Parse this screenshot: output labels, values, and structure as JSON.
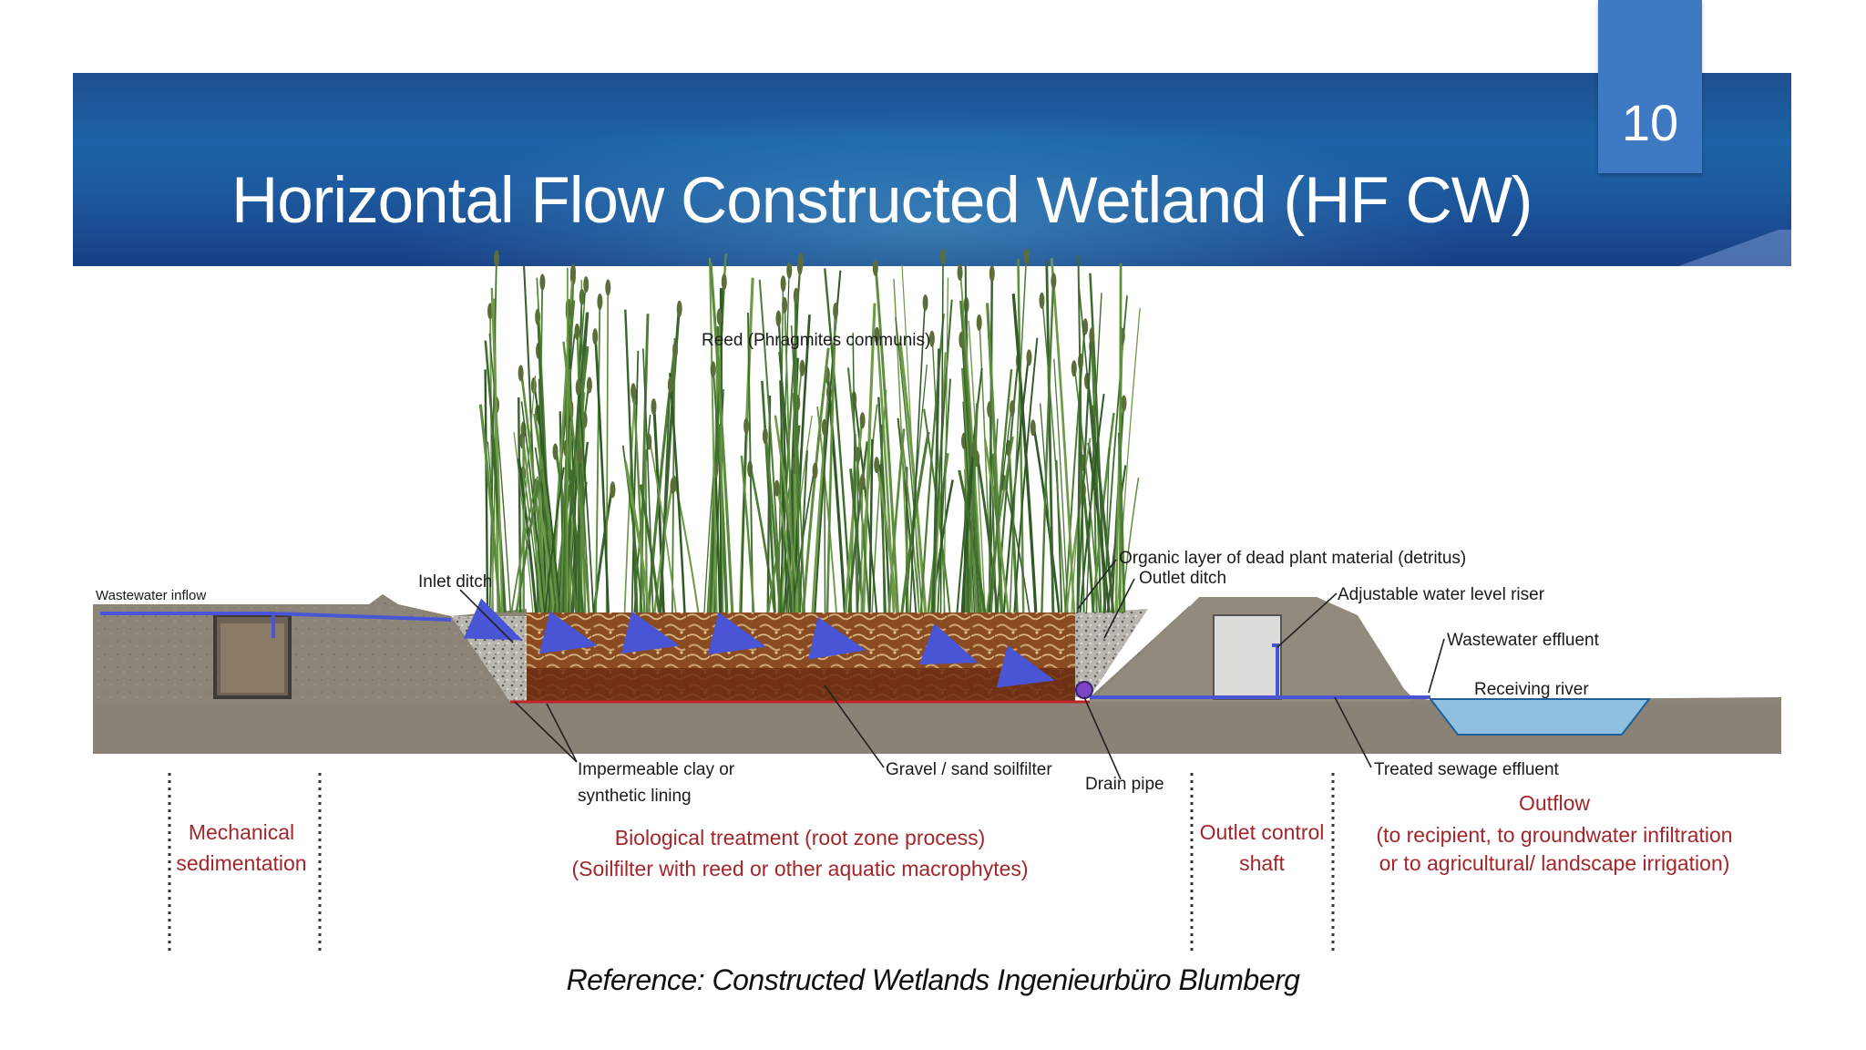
{
  "slide": {
    "number": "10",
    "title": "Horizontal Flow Constructed Wetland (HF CW)",
    "reference": "Reference: Constructed Wetlands Ingenieurbüro Blumberg"
  },
  "diagram": {
    "labels": {
      "reed": "Reed (Phragmites communis)",
      "organic_layer": "Organic layer of dead plant material (detritus)",
      "outlet_ditch": "Outlet ditch",
      "adjustable_riser": "Adjustable water level riser",
      "wastewater_effluent": "Wastewater effluent",
      "receiving_river": "Receiving river",
      "wastewater_inflow": "Wastewater inflow",
      "inlet_ditch": "Inlet ditch",
      "impermeable_lining_1": "Impermeable clay or",
      "impermeable_lining_2": "synthetic lining",
      "gravel_filter": "Gravel / sand soilfilter",
      "drain_pipe": "Drain pipe",
      "treated_effluent": "Treated sewage effluent"
    },
    "zones": {
      "mechanical_1": "Mechanical",
      "mechanical_2": "sedimentation",
      "biological_1": "Biological treatment (root zone process)",
      "biological_2": "(Soilfilter with reed or other aquatic macrophytes)",
      "outlet_control_1": "Outlet control",
      "outlet_control_2": "shaft",
      "outflow_1": "Outflow",
      "outflow_2": "(to recipient, to groundwater infiltration",
      "outflow_3": "or to agricultural/ landscape irrigation)"
    }
  },
  "colors": {
    "header_blue": "#1b5aa0",
    "number_box": "#3e7ac4",
    "zone_text_red": "#a3262a",
    "flow_arrow": "#4a55d6"
  }
}
